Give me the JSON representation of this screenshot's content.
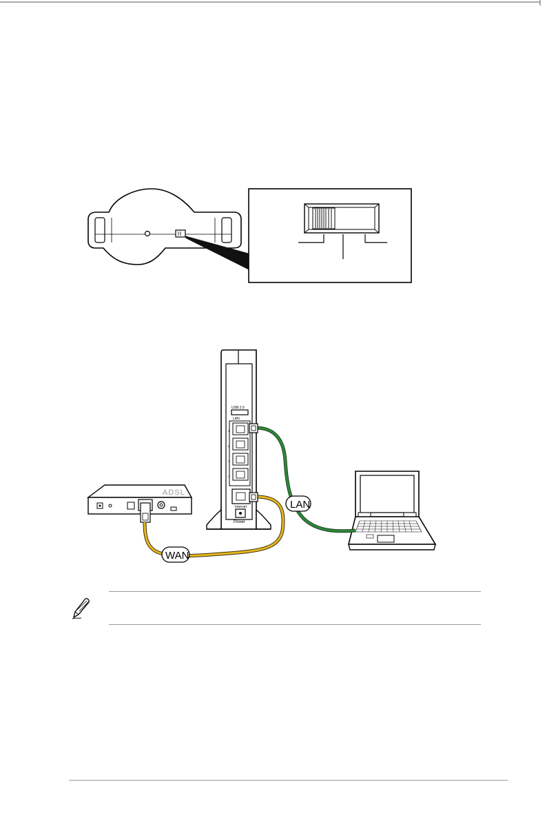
{
  "router": {
    "usb_label": "USB 2.0",
    "lan_label": "LAN",
    "port_numbers": [
      "1",
      "2",
      "3",
      "4"
    ],
    "wan_label": "Internet",
    "power_label": "Power"
  },
  "modem": {
    "brand_label": "ADSL"
  },
  "cables": {
    "lan_label": "LAN",
    "wan_label": "WAN"
  },
  "colors": {
    "lan_cable": "#2e8b3a",
    "wan_cable": "#e8b81e"
  }
}
